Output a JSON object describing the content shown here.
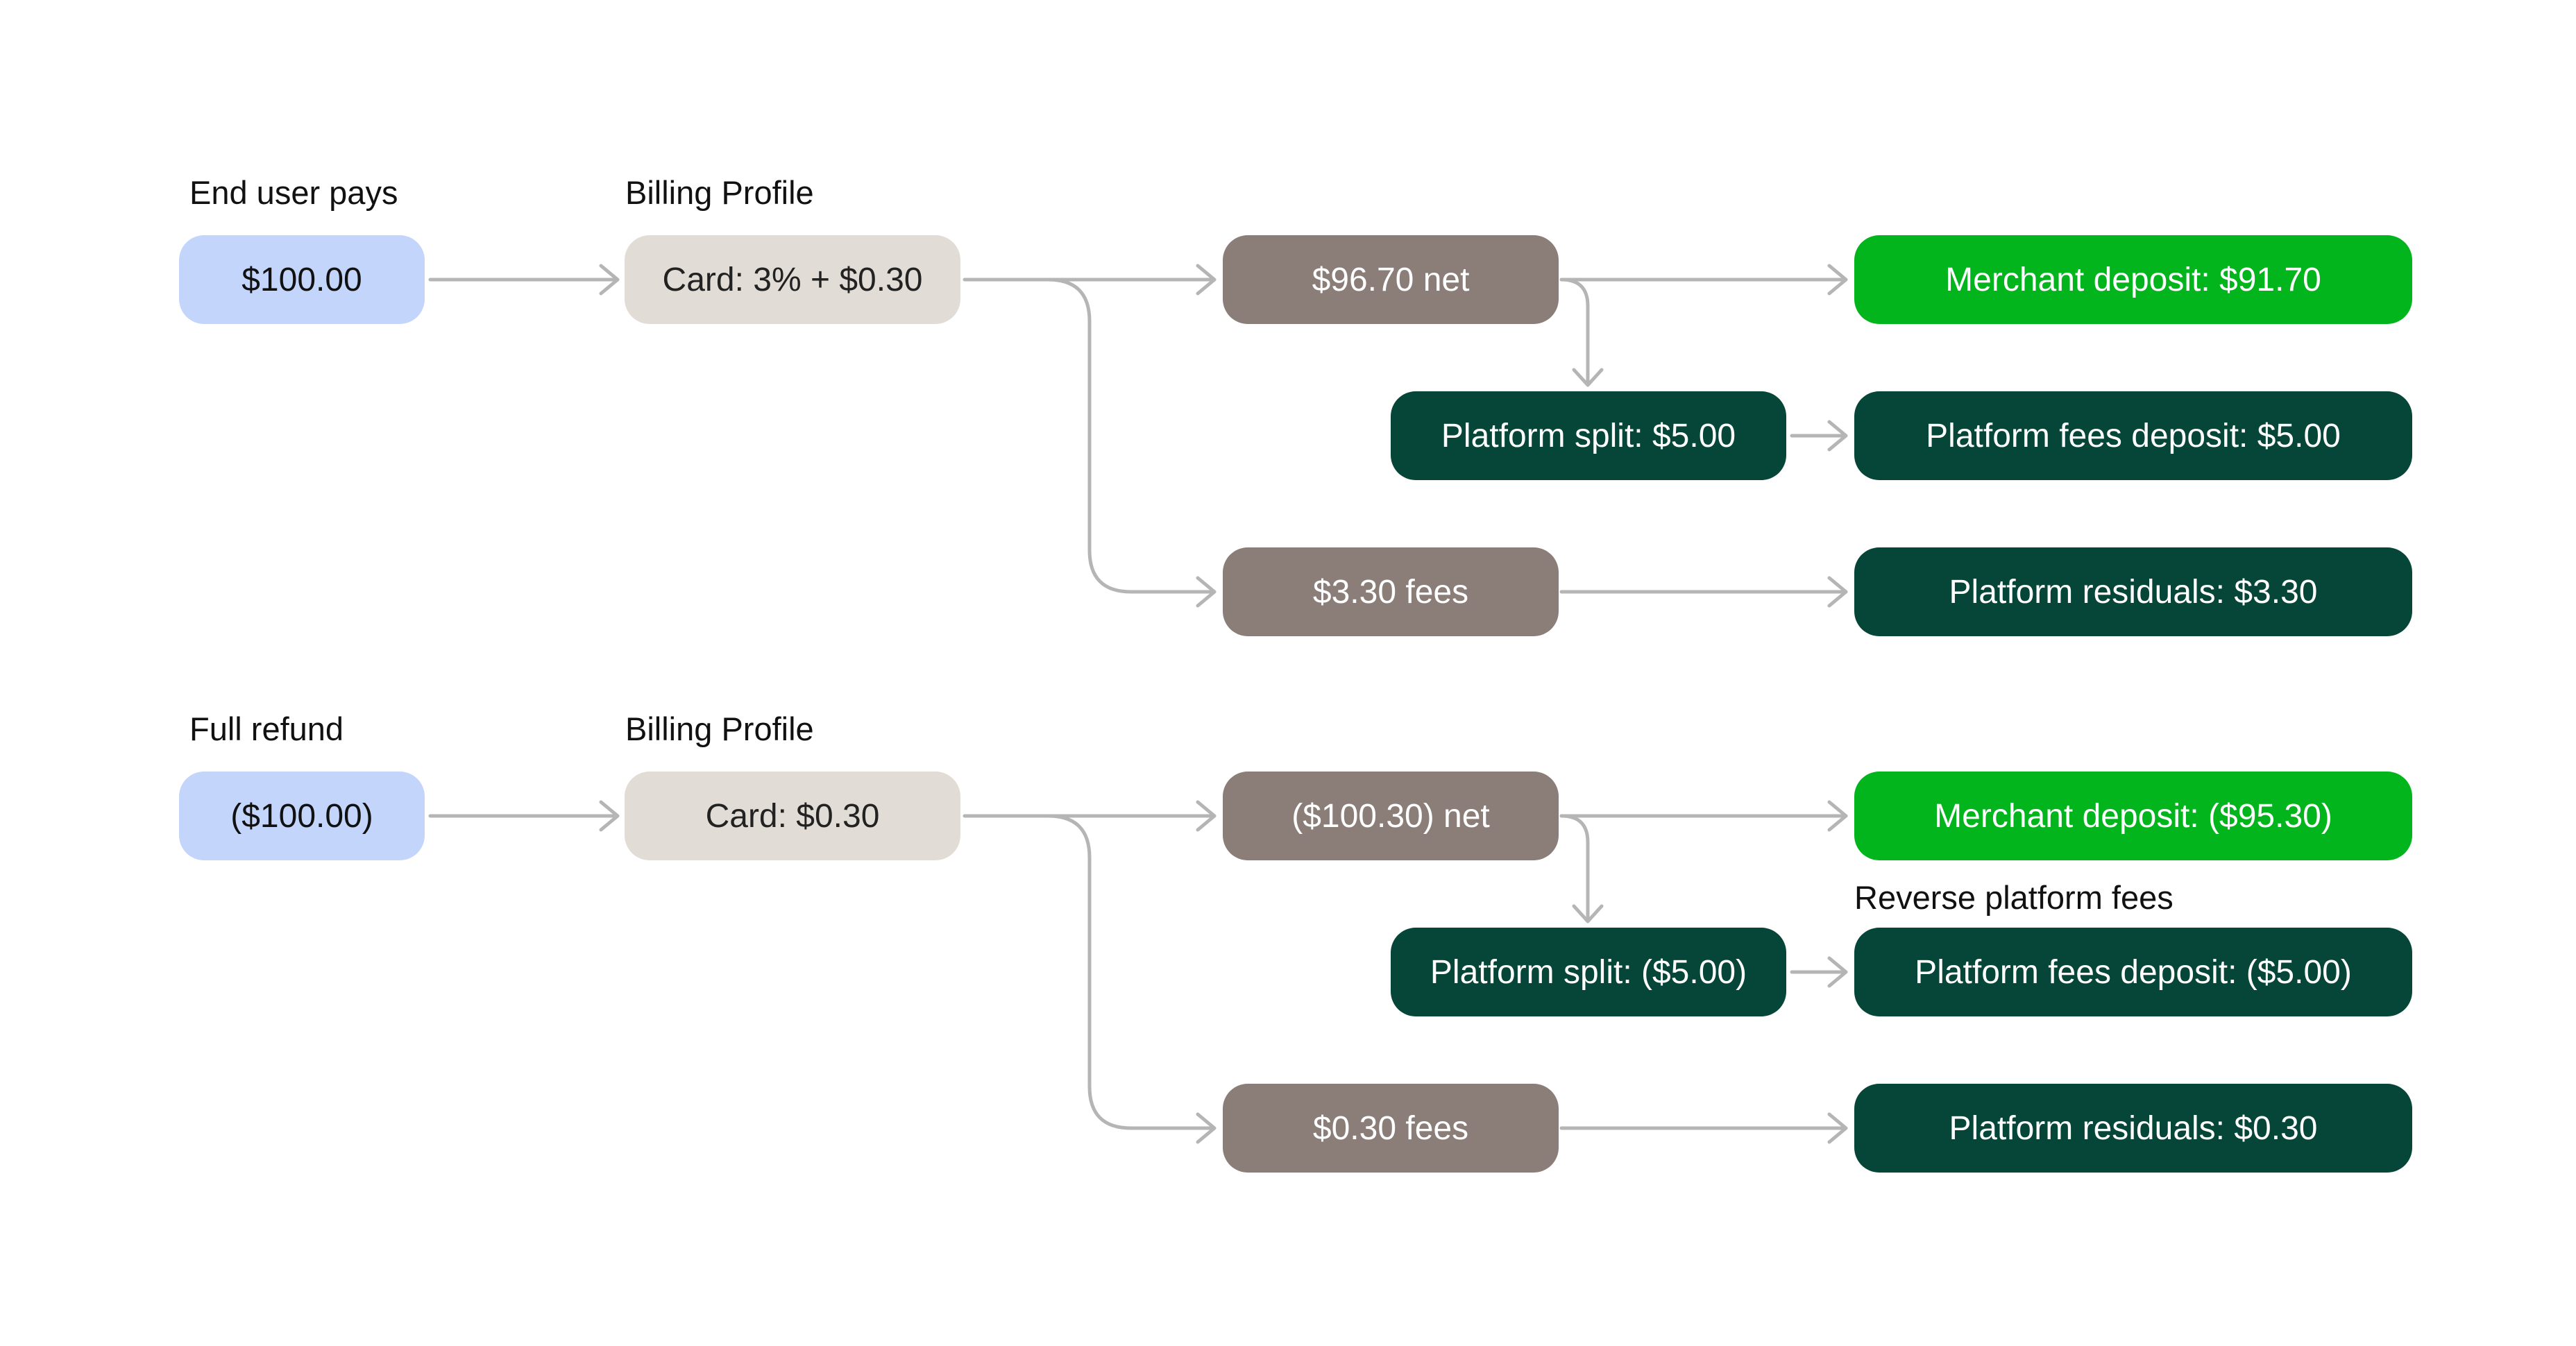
{
  "colors": {
    "source": "#c4d5fc",
    "billing": "#e1ddd6",
    "split": "#8b7e79",
    "merchant": "#03b51c",
    "platform": "#054638",
    "connector": "#b5b5b5"
  },
  "payment": {
    "source_label": "End user pays",
    "source_amount": "$100.00",
    "billing_label": "Billing Profile",
    "billing_value": "Card: 3% + $0.30",
    "net": "$96.70 net",
    "fees": "$3.30 fees",
    "platform_split": "Platform split: $5.00",
    "merchant_deposit": "Merchant deposit: $91.70",
    "platform_fees_deposit": "Platform fees deposit: $5.00",
    "platform_residuals": "Platform residuals: $3.30"
  },
  "refund": {
    "source_label": "Full refund",
    "source_amount": "($100.00)",
    "billing_label": "Billing Profile",
    "billing_value": "Card: $0.30",
    "net": "($100.30) net",
    "fees": "$0.30 fees",
    "platform_split": "Platform split: ($5.00)",
    "merchant_deposit": "Merchant deposit: ($95.30)",
    "reverse_label": "Reverse platform fees",
    "platform_fees_deposit": "Platform fees deposit: ($5.00)",
    "platform_residuals": "Platform residuals: $0.30"
  }
}
